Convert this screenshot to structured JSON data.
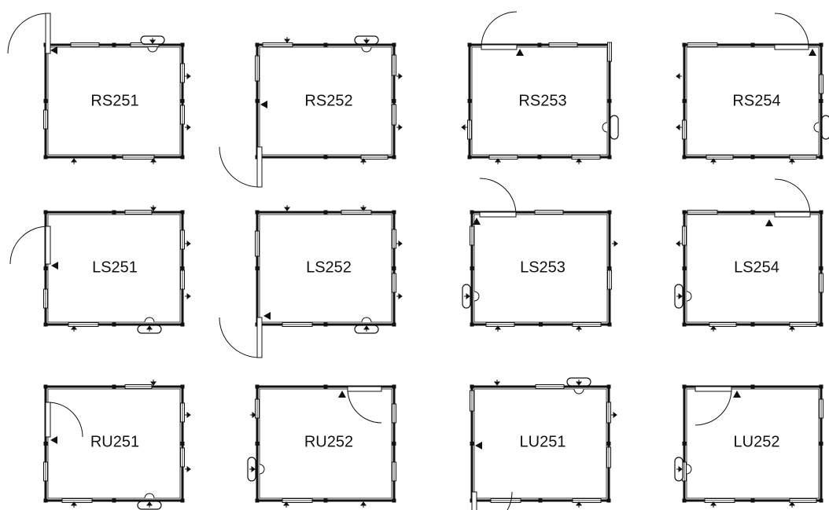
{
  "units": [
    {
      "label": "RS251"
    },
    {
      "label": "RS252"
    },
    {
      "label": "RS253"
    },
    {
      "label": "RS254"
    },
    {
      "label": "LS251"
    },
    {
      "label": "LS252"
    },
    {
      "label": "LS253"
    },
    {
      "label": "LS254"
    },
    {
      "label": "RU251"
    },
    {
      "label": "RU252"
    },
    {
      "label": "LU251"
    },
    {
      "label": "LU252"
    }
  ],
  "colors": {
    "line": "#111111",
    "fill": "#ffffff",
    "glass": "#dddddd"
  }
}
